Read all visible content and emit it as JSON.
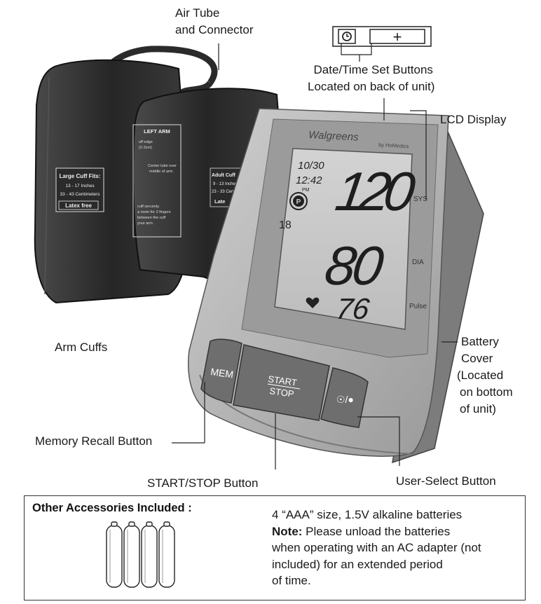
{
  "labels": {
    "air_tube": [
      "Air Tube",
      "and Connector"
    ],
    "datetime": [
      "Date/Time Set Buttons",
      "Located on back of unit)"
    ],
    "lcd": "LCD Display",
    "arm_cuffs": "Arm Cuffs",
    "battery": [
      "Battery",
      "Cover",
      "(Located",
      "on bottom",
      "of unit)"
    ],
    "memory": "Memory Recall Button",
    "startstop": "START/STOP Button",
    "userselect": "User-Select Button"
  },
  "device": {
    "brand": "Walgreens",
    "brand_by": "by HoMedics",
    "date": "10/30",
    "time": "12:42",
    "pm": "PM",
    "user_num": "18",
    "systolic": "120",
    "diastolic": "80",
    "pulse": "76",
    "sys_label": "SYS",
    "dia_label": "DIA",
    "pulse_label": "Pulse",
    "mem_label": "MEM",
    "start_label": "START",
    "stop_label": "STOP",
    "plus": "+"
  },
  "cuffs": {
    "large_title": "Large Cuff Fits:",
    "large_in": "13 - 17 Inches",
    "large_cm": "33 - 43 Centimeters",
    "latex": "Latex free",
    "left_arm": "LEFT ARM",
    "adult_title": "Adult Cuff",
    "adult_in": "9 - 13 Inches",
    "adult_cm": "23 - 33 Cent",
    "latex_short": "Late",
    "edge_a": "uff edge",
    "edge_b": "(2-3cm)",
    "center_a": "Center tube over",
    "center_b": "middle of arm.",
    "secure_a": "cuff securely.",
    "secure_b": "a room for 2 fingers",
    "secure_c": "between the cuff",
    "secure_d": "your arm."
  },
  "accessories": {
    "title": "Other Accessories Included :",
    "line1": "4 “AAA” size, 1.5V alkaline batteries",
    "note_label": "Note:",
    "line2": " Please unload the batteries",
    "line3": "when operating with an AC adapter (not",
    "line4": "included) for an extended period",
    "line5": "of time."
  }
}
